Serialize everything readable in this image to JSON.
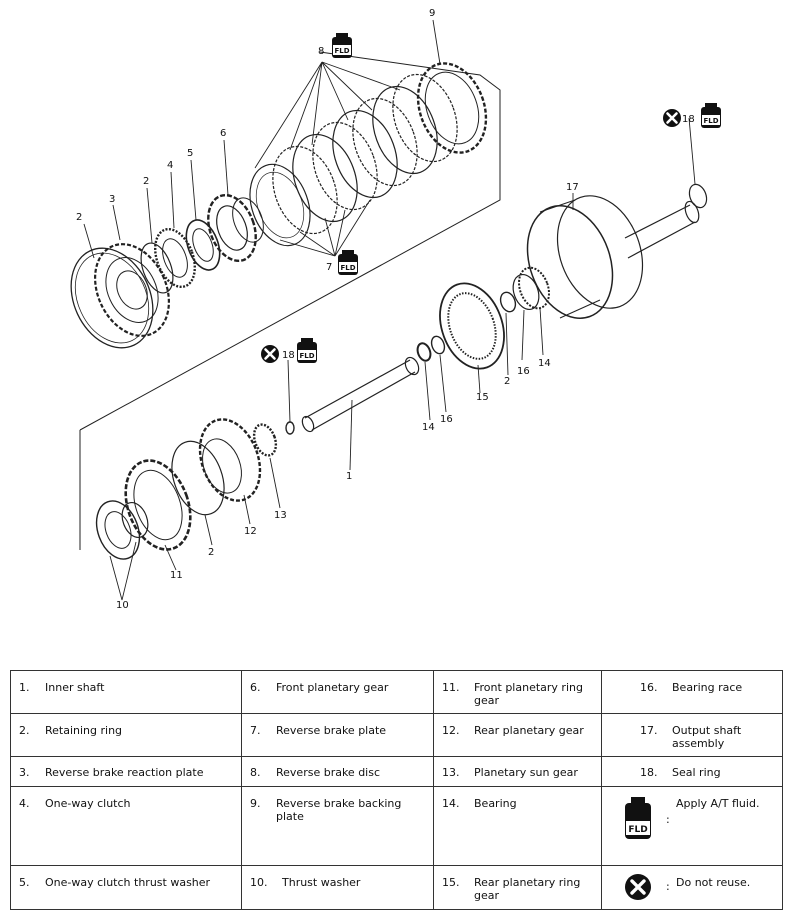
{
  "callouts": {
    "c1": "1",
    "c2": "2",
    "c3": "3",
    "c4": "4",
    "c5": "5",
    "c6": "6",
    "c7": "7",
    "c8": "8",
    "c9": "9",
    "c10": "10",
    "c11": "11",
    "c12": "12",
    "c13": "13",
    "c14": "14",
    "c15": "15",
    "c16": "16",
    "c17": "17",
    "c18": "18",
    "fld": "FLD"
  },
  "legend": {
    "items": [
      {
        "num": "1.",
        "label": "Inner shaft"
      },
      {
        "num": "2.",
        "label": "Retaining ring"
      },
      {
        "num": "3.",
        "label": "Reverse brake reaction plate"
      },
      {
        "num": "4.",
        "label": "One-way clutch"
      },
      {
        "num": "5.",
        "label": "One-way clutch thrust washer"
      },
      {
        "num": "6.",
        "label": "Front planetary gear"
      },
      {
        "num": "7.",
        "label": "Reverse brake plate"
      },
      {
        "num": "8.",
        "label": "Reverse brake disc"
      },
      {
        "num": "9.",
        "label": "Reverse brake backing plate"
      },
      {
        "num": "10.",
        "label": "Thrust washer"
      },
      {
        "num": "11.",
        "label": "Front planetary ring gear"
      },
      {
        "num": "12.",
        "label": "Rear planetary gear"
      },
      {
        "num": "13.",
        "label": "Planetary sun gear"
      },
      {
        "num": "14.",
        "label": "Bearing"
      },
      {
        "num": "15.",
        "label": "Rear planetary ring gear"
      },
      {
        "num": "16.",
        "label": "Bearing race"
      },
      {
        "num": "17.",
        "label": "Output shaft assembly"
      },
      {
        "num": "18.",
        "label": "Seal ring"
      }
    ],
    "apply_fluid": "Apply A/T fluid.",
    "do_not_reuse": "Do not reuse.",
    "colon": ":"
  }
}
